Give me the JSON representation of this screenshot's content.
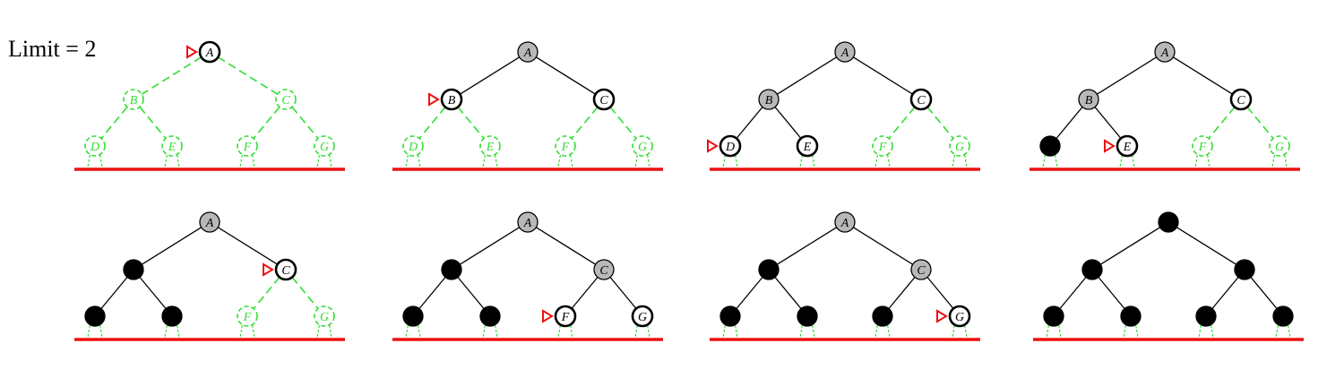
{
  "caption": {
    "text": "Limit = 2"
  },
  "colors": {
    "unexplored": "#33dd33",
    "frontier_fill": "#ffffff",
    "expanded_fill": "#b8b8b8",
    "explored_fill": "#000000",
    "edge": "#000000",
    "pointer": "#ee1111",
    "limit_line": "#ee1111"
  },
  "labels": [
    "A",
    "B",
    "C",
    "D",
    "E",
    "F",
    "G"
  ],
  "panels": [
    {
      "states": [
        "frontier",
        "unexplored",
        "unexplored",
        "unexplored",
        "unexplored",
        "unexplored",
        "unexplored"
      ],
      "pointer": "A"
    },
    {
      "states": [
        "expanded",
        "frontier",
        "frontier",
        "unexplored",
        "unexplored",
        "unexplored",
        "unexplored"
      ],
      "pointer": "B"
    },
    {
      "states": [
        "expanded",
        "expanded",
        "frontier",
        "frontier",
        "frontier",
        "unexplored",
        "unexplored"
      ],
      "pointer": "D"
    },
    {
      "states": [
        "expanded",
        "expanded",
        "frontier",
        "explored",
        "frontier",
        "unexplored",
        "unexplored"
      ],
      "pointer": "E"
    },
    {
      "states": [
        "expanded",
        "explored",
        "frontier",
        "explored",
        "explored",
        "unexplored",
        "unexplored"
      ],
      "pointer": "C"
    },
    {
      "states": [
        "expanded",
        "explored",
        "expanded",
        "explored",
        "explored",
        "frontier",
        "frontier"
      ],
      "pointer": "F"
    },
    {
      "states": [
        "expanded",
        "explored",
        "expanded",
        "explored",
        "explored",
        "explored",
        "frontier"
      ],
      "pointer": "G"
    },
    {
      "states": [
        "explored",
        "explored",
        "explored",
        "explored",
        "explored",
        "explored",
        "explored"
      ],
      "pointer": null
    }
  ]
}
